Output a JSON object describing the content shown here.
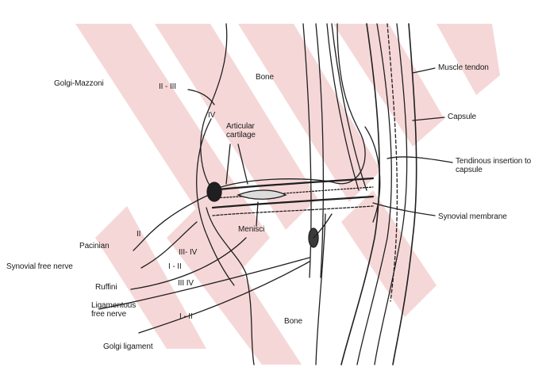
{
  "colors": {
    "watermark": "#f3caca",
    "ink": "#1f1f1f",
    "background": "#ffffff"
  },
  "labels": {
    "golgi_mazzoni": "Golgi-Mazzoni",
    "golgi_mazzoni_types": "II - III",
    "bone_top": "Bone",
    "articular_cartilage": "Articular cartilage",
    "type_iv_upper": "IV",
    "muscle_tendon": "Muscle tendon",
    "capsule": "Capsule",
    "tendinous_insertion": "Tendinous insertion to capsule",
    "synovial_membrane": "Synovial membrane",
    "menisci": "Menisci",
    "pacinian": "Pacinian",
    "pacinian_type": "II",
    "synovial_free_nerve": "Synovial free nerve",
    "type_iii_iv": "III- IV",
    "ruffini": "Ruffini",
    "ruffini_type": "I - II",
    "type_iii_iv_ligament": "III IV",
    "ligamentous_free_nerve": "Ligamentous free nerve",
    "golgi_ligament_types": "I - II",
    "bone_bottom": "Bone",
    "golgi_ligament": "Golgi ligament"
  }
}
